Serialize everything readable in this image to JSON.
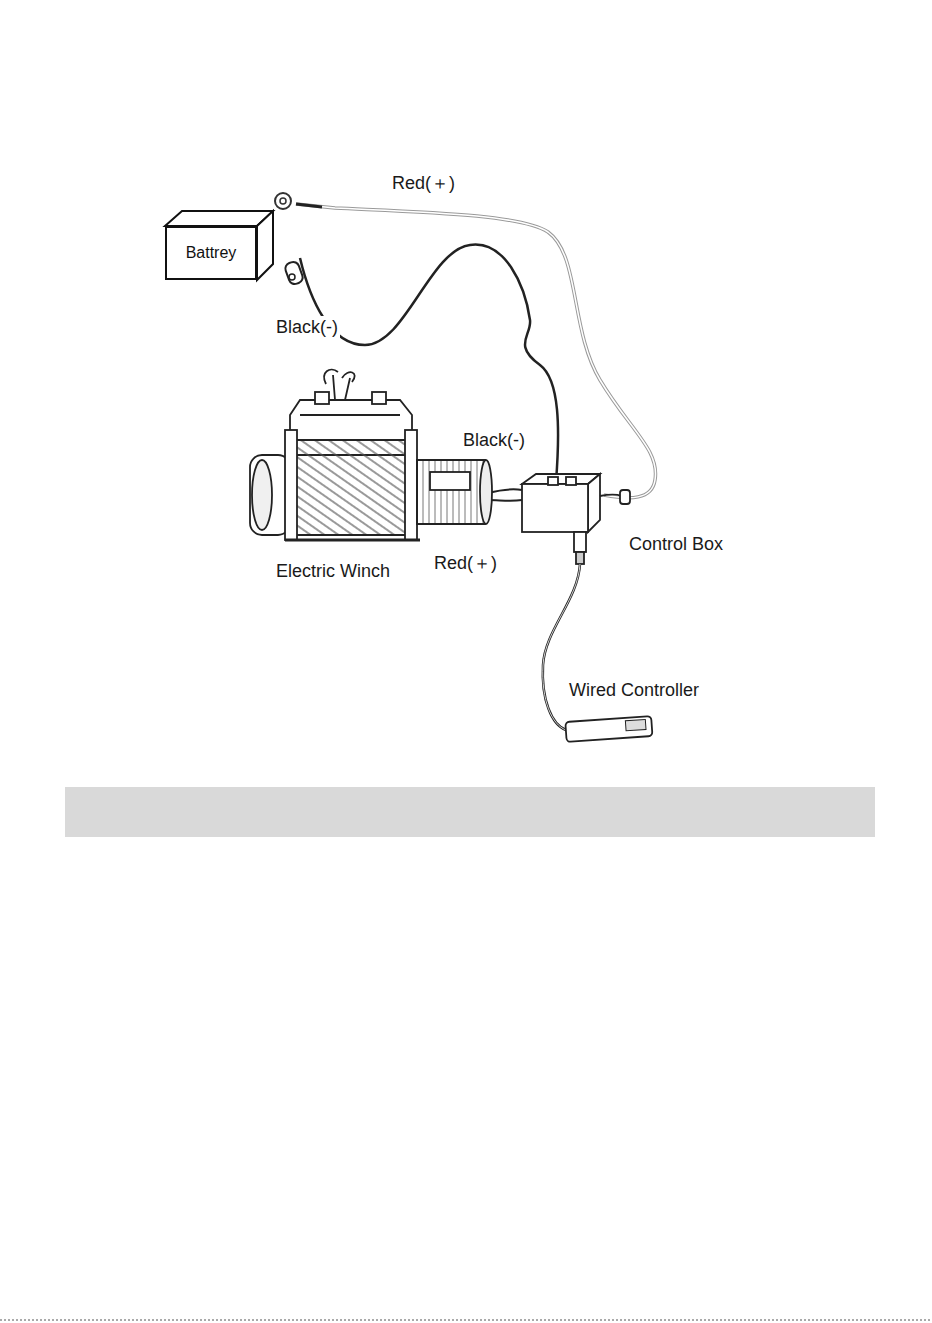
{
  "diagram": {
    "nodes": [
      {
        "text": [
          "Battrey"
        ]
      }
    ],
    "labels": [
      "Red(＋)",
      "Black(-)",
      "Black(-)",
      "Electric Winch",
      "Red(＋)",
      "Control Box",
      "Wired Controller"
    ]
  }
}
